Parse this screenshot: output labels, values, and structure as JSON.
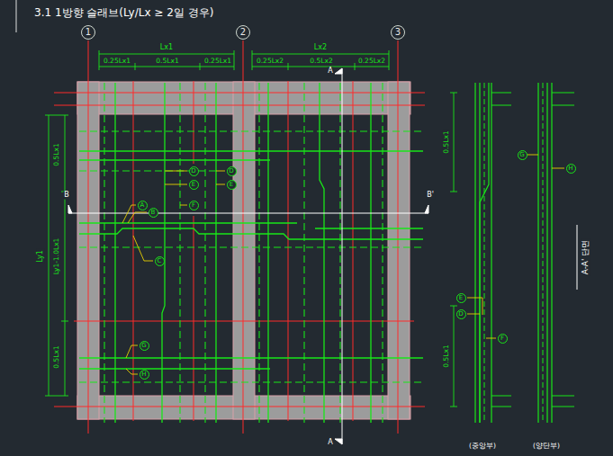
{
  "diagram": {
    "title": "3.1 1방향 슬래브(Ly/Lx ≥ 2일 경우)",
    "nodes": [
      {
        "text": [
          "1"
        ]
      },
      {
        "text": [
          "2"
        ]
      },
      {
        "text": [
          "3"
        ]
      },
      {
        "text": [
          "D"
        ]
      },
      {
        "text": [
          "E"
        ]
      },
      {
        "text": [
          "D"
        ]
      },
      {
        "text": [
          "E"
        ]
      },
      {
        "text": [
          "F"
        ]
      },
      {
        "text": [
          "A"
        ]
      },
      {
        "text": [
          "B"
        ]
      },
      {
        "text": [
          "C"
        ]
      },
      {
        "text": [
          "G"
        ]
      },
      {
        "text": [
          "H"
        ]
      },
      {
        "text": [
          "E"
        ]
      },
      {
        "text": [
          "D"
        ]
      },
      {
        "text": [
          "F"
        ]
      },
      {
        "text": [
          "G"
        ]
      },
      {
        "text": [
          "H"
        ]
      }
    ],
    "labels": [
      "Lx1",
      "0.25Lx1",
      "0.5Lx1",
      "0.25Lx1",
      "Lx2",
      "0.25Lx2",
      "0.5Lx2",
      "0.25Lx2",
      "A",
      "B",
      "B'",
      "0.5Lx1",
      "Ly1",
      "Ly1-1.0Lx1",
      "0.5Lx1",
      "A",
      "0.5Lx1",
      "0.5Lx1",
      "(중앙부)",
      "(양단부)",
      "A-A' 단면"
    ]
  }
}
